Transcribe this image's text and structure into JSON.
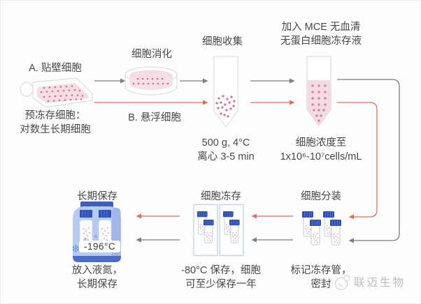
{
  "colors": {
    "arrow_gray": "#7d7d7d",
    "arrow_red": "#d9745c",
    "text": "#484848",
    "medium_pink": "#f3dce3",
    "cell_dot_red": "#e2697d",
    "tank_body_blue": "#b7cbf1",
    "tank_dark_blue": "#3b5fc0",
    "vial_cap_blue": "#2d50b6",
    "box_border_blue": "#c2d3ee",
    "logo_gray": "#bdbdbd"
  },
  "header": {
    "line1": "加入 MCE 无血清",
    "line2": "无蛋白细胞冻存液"
  },
  "steps": {
    "adherent_label": "A. 贴壁细胞",
    "preblock_line1": "预冻存细胞：",
    "preblock_line2": "对数生长期细胞",
    "digestion_label": "细胞消化",
    "suspension_label": "B. 悬浮细胞",
    "collection_label": "细胞收集",
    "centrifuge_line1": "500 g, 4°C",
    "centrifuge_line2": "离心 3-5 min",
    "concentration_line1": "细胞浓度至",
    "concentration_line2": "1x10⁶-10⁷cells/mL",
    "aliquot_label": "细胞分装",
    "aliquot_note_line1": "标记冻存管，",
    "aliquot_note_line2": "密封",
    "freeze_label": "细胞冻存",
    "freeze_note_line1": "-80°C 保存，细胞",
    "freeze_note_line2": "可至少保存一年",
    "longterm_label": "长期保存",
    "longterm_temp": "-196°C",
    "longterm_note_line1": "放入液氮，",
    "longterm_note_line2": "长期保存"
  },
  "icons": {
    "snowflake": "❄"
  },
  "logo": {
    "name": "联迈生物"
  }
}
